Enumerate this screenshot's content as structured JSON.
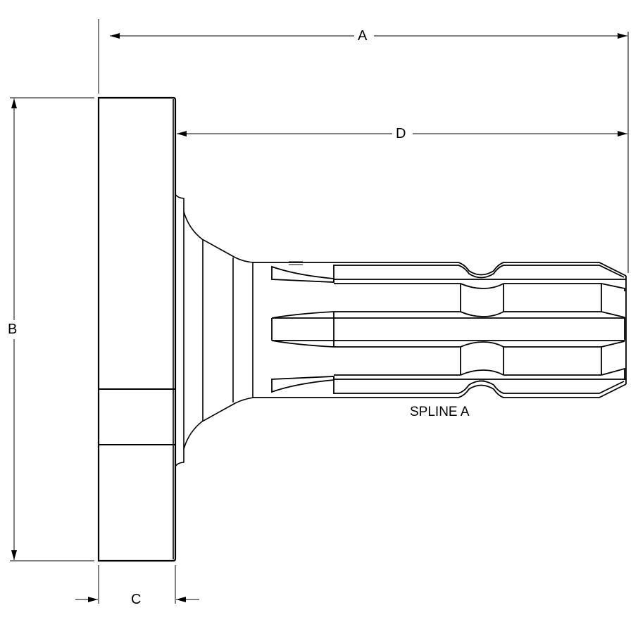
{
  "drawing": {
    "type": "technical-drawing",
    "subject": "PTO spline shaft with flange",
    "line_color": "#000000",
    "background": "#ffffff"
  },
  "dimensions": {
    "A": {
      "label": "A",
      "description": "overall length"
    },
    "B": {
      "label": "B",
      "description": "flange diameter"
    },
    "C": {
      "label": "C",
      "description": "flange thickness"
    },
    "D": {
      "label": "D",
      "description": "shaft length from flange face"
    }
  },
  "annotations": {
    "spline_label": "SPLINE A"
  }
}
